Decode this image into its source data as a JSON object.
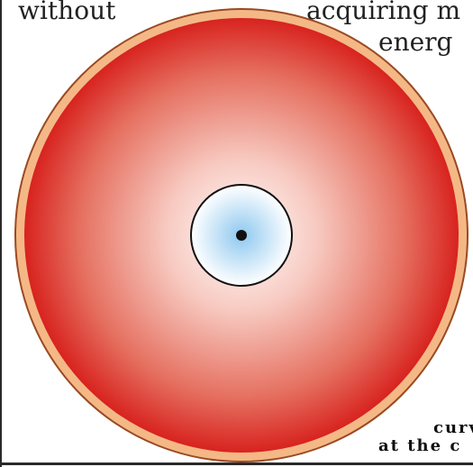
{
  "text_fragments": {
    "top_left": "without",
    "top_right": "acquiring m",
    "top_right_second": "energ",
    "bottom_line1": "curv",
    "bottom_line2": "at the c"
  },
  "colors": {
    "outer_rim": "#f4b886",
    "outer_rim_stroke": "#9a4a22",
    "sphere_edge": "#d8231f",
    "sphere_center": "#ffffff",
    "core_fill_edge": "#ffffff",
    "core_fill_center": "#8ec8ef",
    "core_stroke": "#111111",
    "center_dot": "#111111"
  }
}
